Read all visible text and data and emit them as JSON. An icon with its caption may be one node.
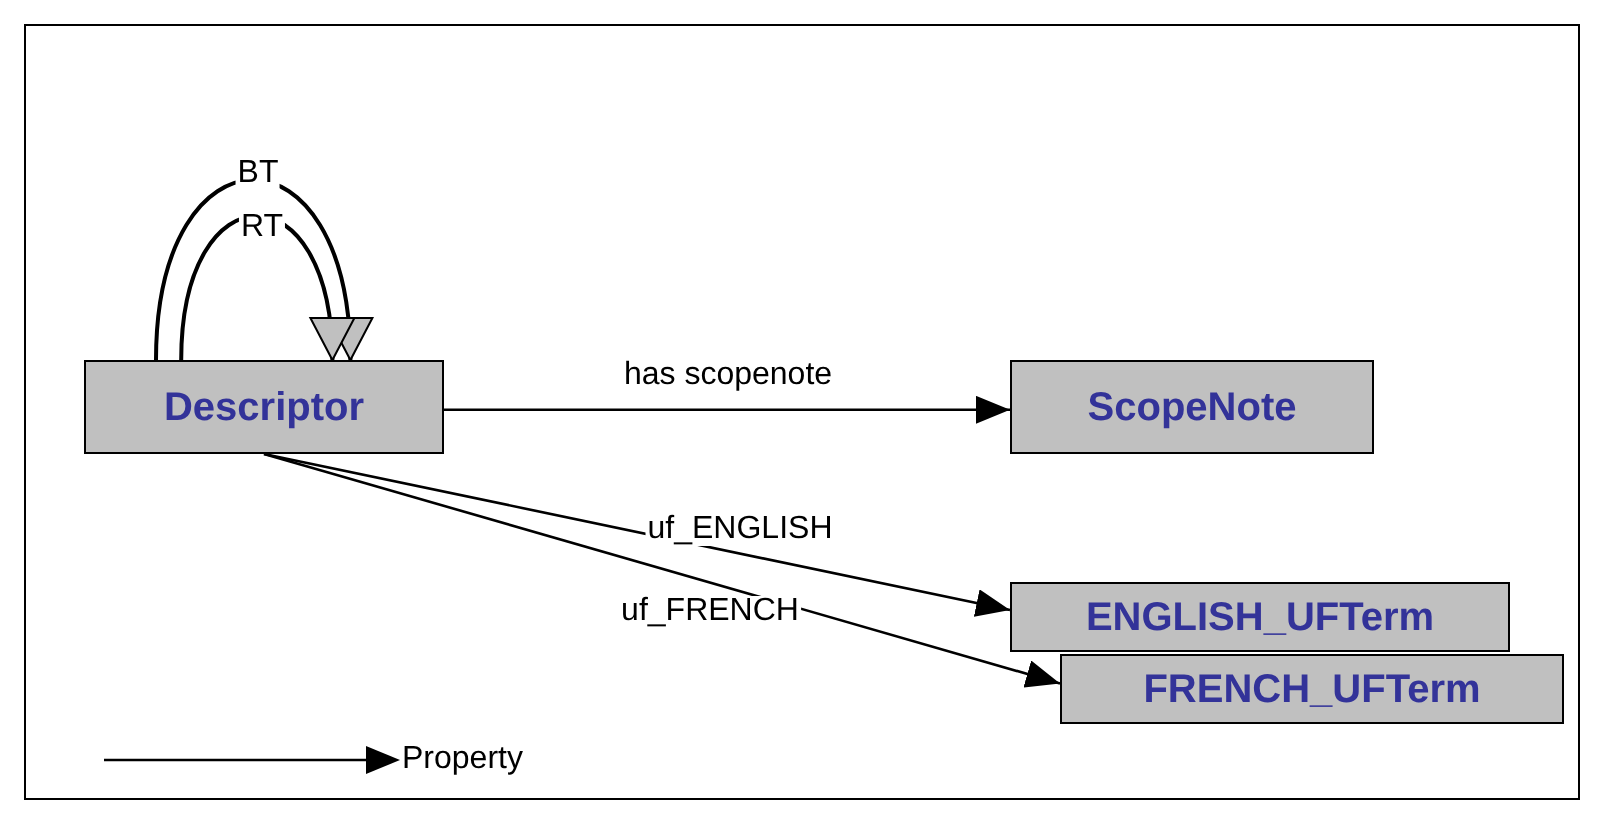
{
  "diagram": {
    "nodes": [
      {
        "text": [
          "Descriptor"
        ]
      },
      {
        "text": [
          "ScopeNote"
        ]
      },
      {
        "text": [
          "ENGLISH_UFTerm"
        ]
      },
      {
        "text": [
          "FRENCH_UFTerm"
        ]
      }
    ],
    "edges": [
      {
        "from": 0,
        "to": 0,
        "arrow": "to",
        "label": "BT"
      },
      {
        "from": 0,
        "to": 0,
        "arrow": "to",
        "label": "RT"
      },
      {
        "from": 0,
        "to": 1,
        "arrow": "to",
        "label": "has scopenote"
      },
      {
        "from": 0,
        "to": 2,
        "arrow": "to",
        "label": "uf_ENGLISH"
      },
      {
        "from": 0,
        "to": 3,
        "arrow": "to",
        "label": "uf_FRENCH"
      }
    ],
    "legend": [
      {
        "text": "Property"
      }
    ]
  }
}
